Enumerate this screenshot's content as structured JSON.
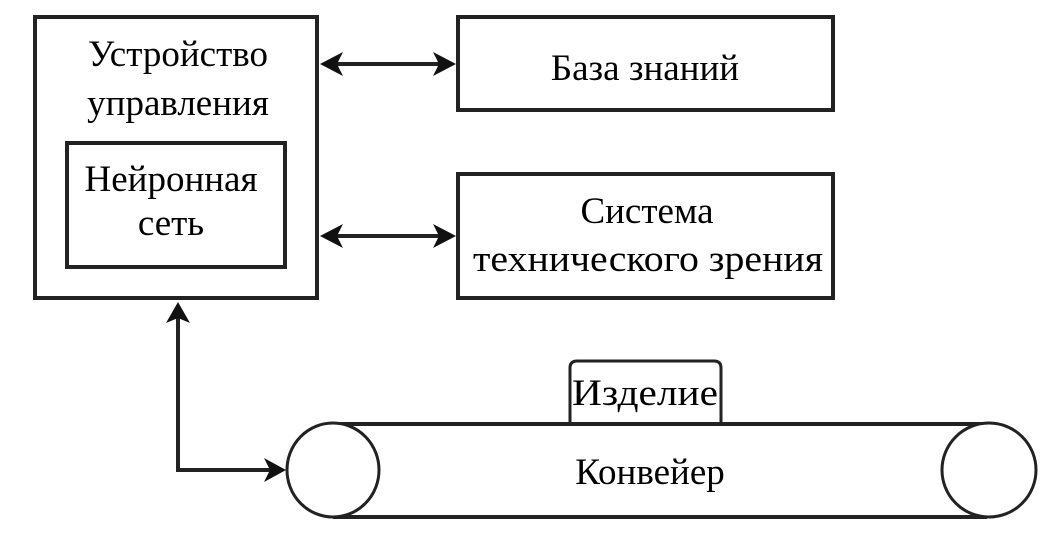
{
  "diagram": {
    "type": "block-diagram",
    "nodes": {
      "control_unit": {
        "line1": "Устройство",
        "line2": "управления"
      },
      "neural_network": {
        "line1": "Нейронная",
        "line2": "сеть"
      },
      "knowledge_base": {
        "label": "База знаний"
      },
      "vision_system": {
        "line1": "Система",
        "line2": "технического зрения"
      },
      "product": {
        "label": "Изделие"
      },
      "conveyor": {
        "label": "Конвейер"
      }
    },
    "edges": [
      {
        "from": "control_unit",
        "to": "knowledge_base",
        "direction": "bidirectional"
      },
      {
        "from": "control_unit",
        "to": "vision_system",
        "direction": "bidirectional"
      },
      {
        "from": "control_unit",
        "to": "conveyor",
        "direction": "bidirectional"
      }
    ]
  }
}
